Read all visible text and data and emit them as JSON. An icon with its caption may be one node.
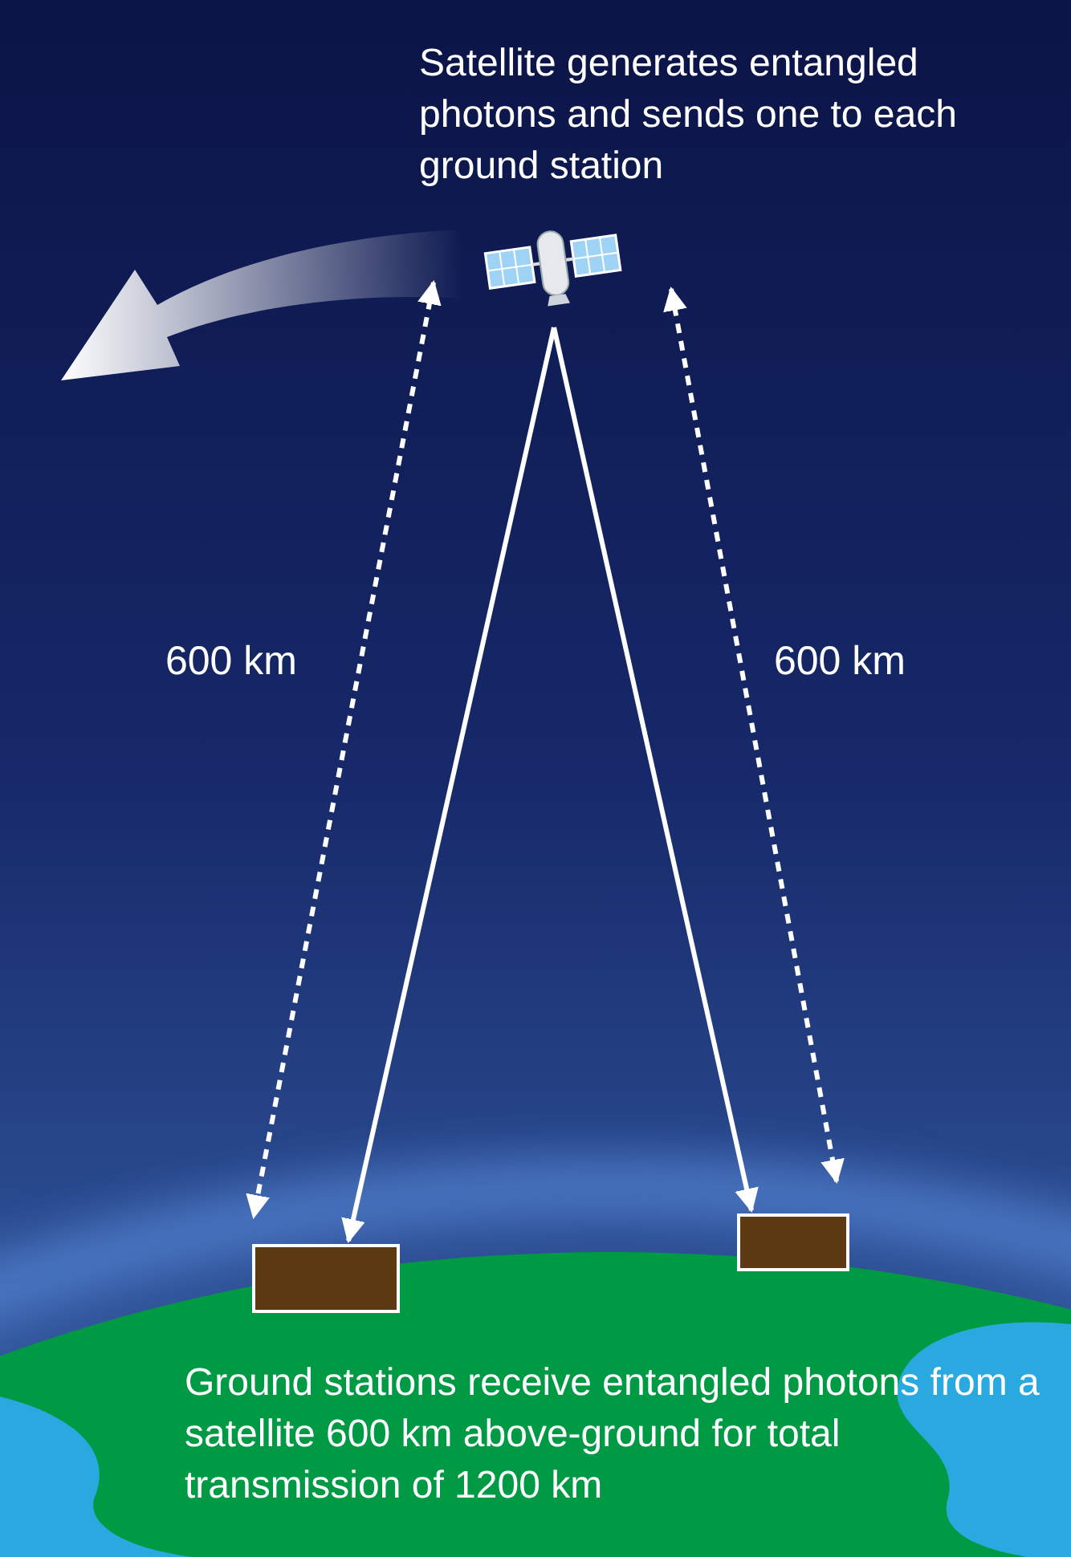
{
  "diagram": {
    "nodes": [
      {
        "text": [],
        "shape": "picture",
        "beside": [
          "Satellite generates entangled photons and sends one to each ground station"
        ]
      },
      {
        "text": [],
        "shape": "box"
      },
      {
        "text": [],
        "shape": "box"
      }
    ],
    "edges": [
      {
        "from": 0,
        "to": 1,
        "arrow": "to"
      },
      {
        "from": 0,
        "to": 2,
        "arrow": "to"
      }
    ],
    "labels": [
      "600 km",
      "600 km",
      "Ground stations receive entangled photons from a satellite 600 km above-ground for total transmission of 1200 km"
    ]
  }
}
